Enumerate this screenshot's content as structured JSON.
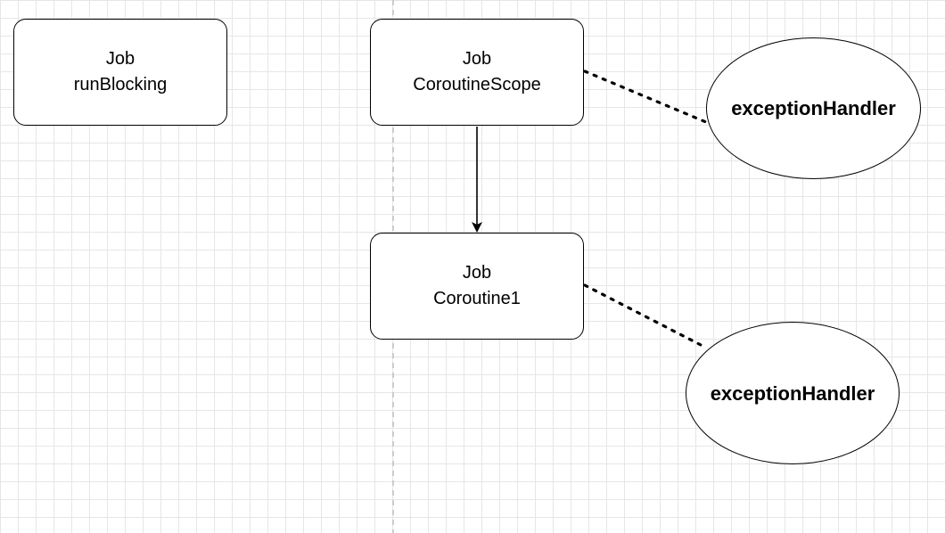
{
  "nodes": {
    "job_runblocking": {
      "line1": "Job",
      "line2": "runBlocking"
    },
    "job_coroutinescope": {
      "line1": "Job",
      "line2": "CoroutineScope"
    },
    "job_coroutine1": {
      "line1": "Job",
      "line2": "Coroutine1"
    },
    "handler_scope": {
      "label": "exceptionHandler"
    },
    "handler_coroutine1": {
      "label": "exceptionHandler"
    }
  },
  "edges": [
    {
      "from": "job_coroutinescope",
      "to": "job_coroutine1",
      "style": "solid-arrow"
    },
    {
      "from": "job_coroutinescope",
      "to": "handler_scope",
      "style": "dotted"
    },
    {
      "from": "job_coroutine1",
      "to": "handler_coroutine1",
      "style": "dotted"
    }
  ],
  "colors": {
    "grid": "#e6e6e6",
    "stroke": "#000000",
    "guide": "#bfbfbf"
  }
}
